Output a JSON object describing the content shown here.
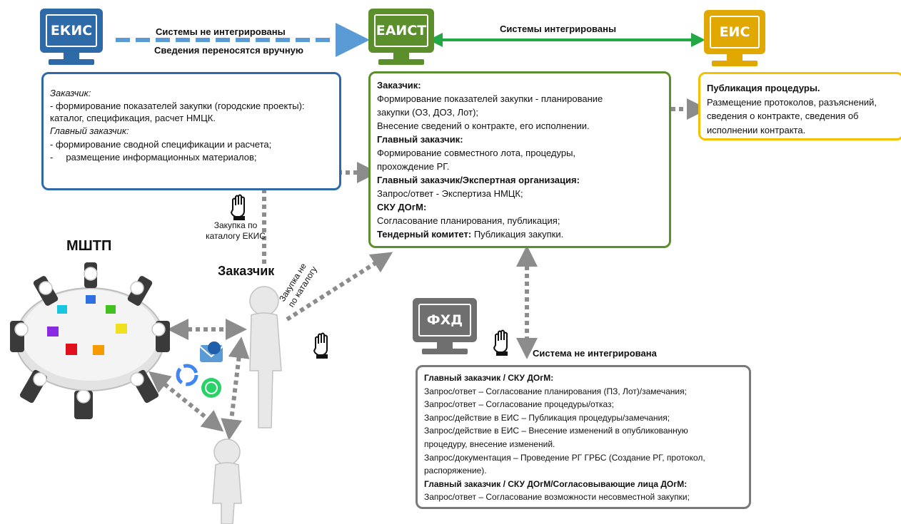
{
  "systems": {
    "ekis": {
      "label": "ЕКИС",
      "color": "#2e6aa7"
    },
    "eaist": {
      "label": "ЕАИСТ",
      "color": "#5b8f2c"
    },
    "eis": {
      "label": "ЕИС",
      "color": "#e0a800"
    },
    "fhd": {
      "label": "ФХД",
      "color": "#6f6f6f"
    }
  },
  "links": {
    "ekis_eaist_line1": "Системы не интегрированы",
    "ekis_eaist_line2": "Сведения переносятся вручную",
    "eaist_eis": "Системы интегрированы",
    "fhd_eaist": "Система не интегрирована",
    "catalog_line1": "Закупка по",
    "catalog_line2": "каталогу ЕКИС",
    "noncatalog_line1": "Закупка не",
    "noncatalog_line2": "по каталогу"
  },
  "ekis_box": {
    "lines": [
      "Заказчик:",
      "- формирование показателей закупки (городские проекты):",
      "каталог, спецификация, расчет НМЦК.",
      "Главный заказчик:",
      "- формирование сводной спецификации и расчета;",
      "-     размещение информационных материалов;"
    ]
  },
  "eaist_box": {
    "lines": [
      "Заказчик:",
      "Формирование показателей закупки - планирование",
      "закупки (ОЗ, ДОЗ, Лот);",
      "Внесение сведений о контракте, его исполнении.",
      "Главный заказчик:",
      "Формирование совместного лота, процедуры,",
      "прохождение РГ.",
      "Главный заказчик/Экспертная организация:",
      "Запрос/ответ - Экспертиза НМЦК;",
      "СКУ ДОгМ:",
      "Согласование планирования, публикация;"
    ],
    "last_bold": "Тендерный комитет:",
    "last_text": " Публикация закупки."
  },
  "eis_box": {
    "lines": [
      "Публикация процедуры.",
      "Размещение протоколов, разъяснений,",
      "сведения о контракте, сведения об",
      "исполнении контракта."
    ]
  },
  "fhd_box": {
    "lines": [
      "Главный заказчик / СКУ ДОгМ:",
      "Запрос/ответ – Согласование планирования (ПЗ, Лот)/замечания;",
      "Запрос/ответ – Согласование процедуры/отказ;",
      "Запрос/действие в ЕИС – Публикация процедуры/замечания;",
      "Запрос/действие в ЕИС – Внесение изменений в опубликованную",
      "процедуру, внесение изменений.",
      "Запрос/документация – Проведение РГ ГРБС (Создание РГ, протокол,",
      "распоряжение).",
      "Главный заказчик / СКУ ДОгМ/Согласовывающие лица ДОгМ:",
      "Запрос/ответ – Согласование возможности несовместной закупки;"
    ]
  },
  "labels": {
    "mshtp": "МШТП",
    "customer": "Заказчик"
  }
}
